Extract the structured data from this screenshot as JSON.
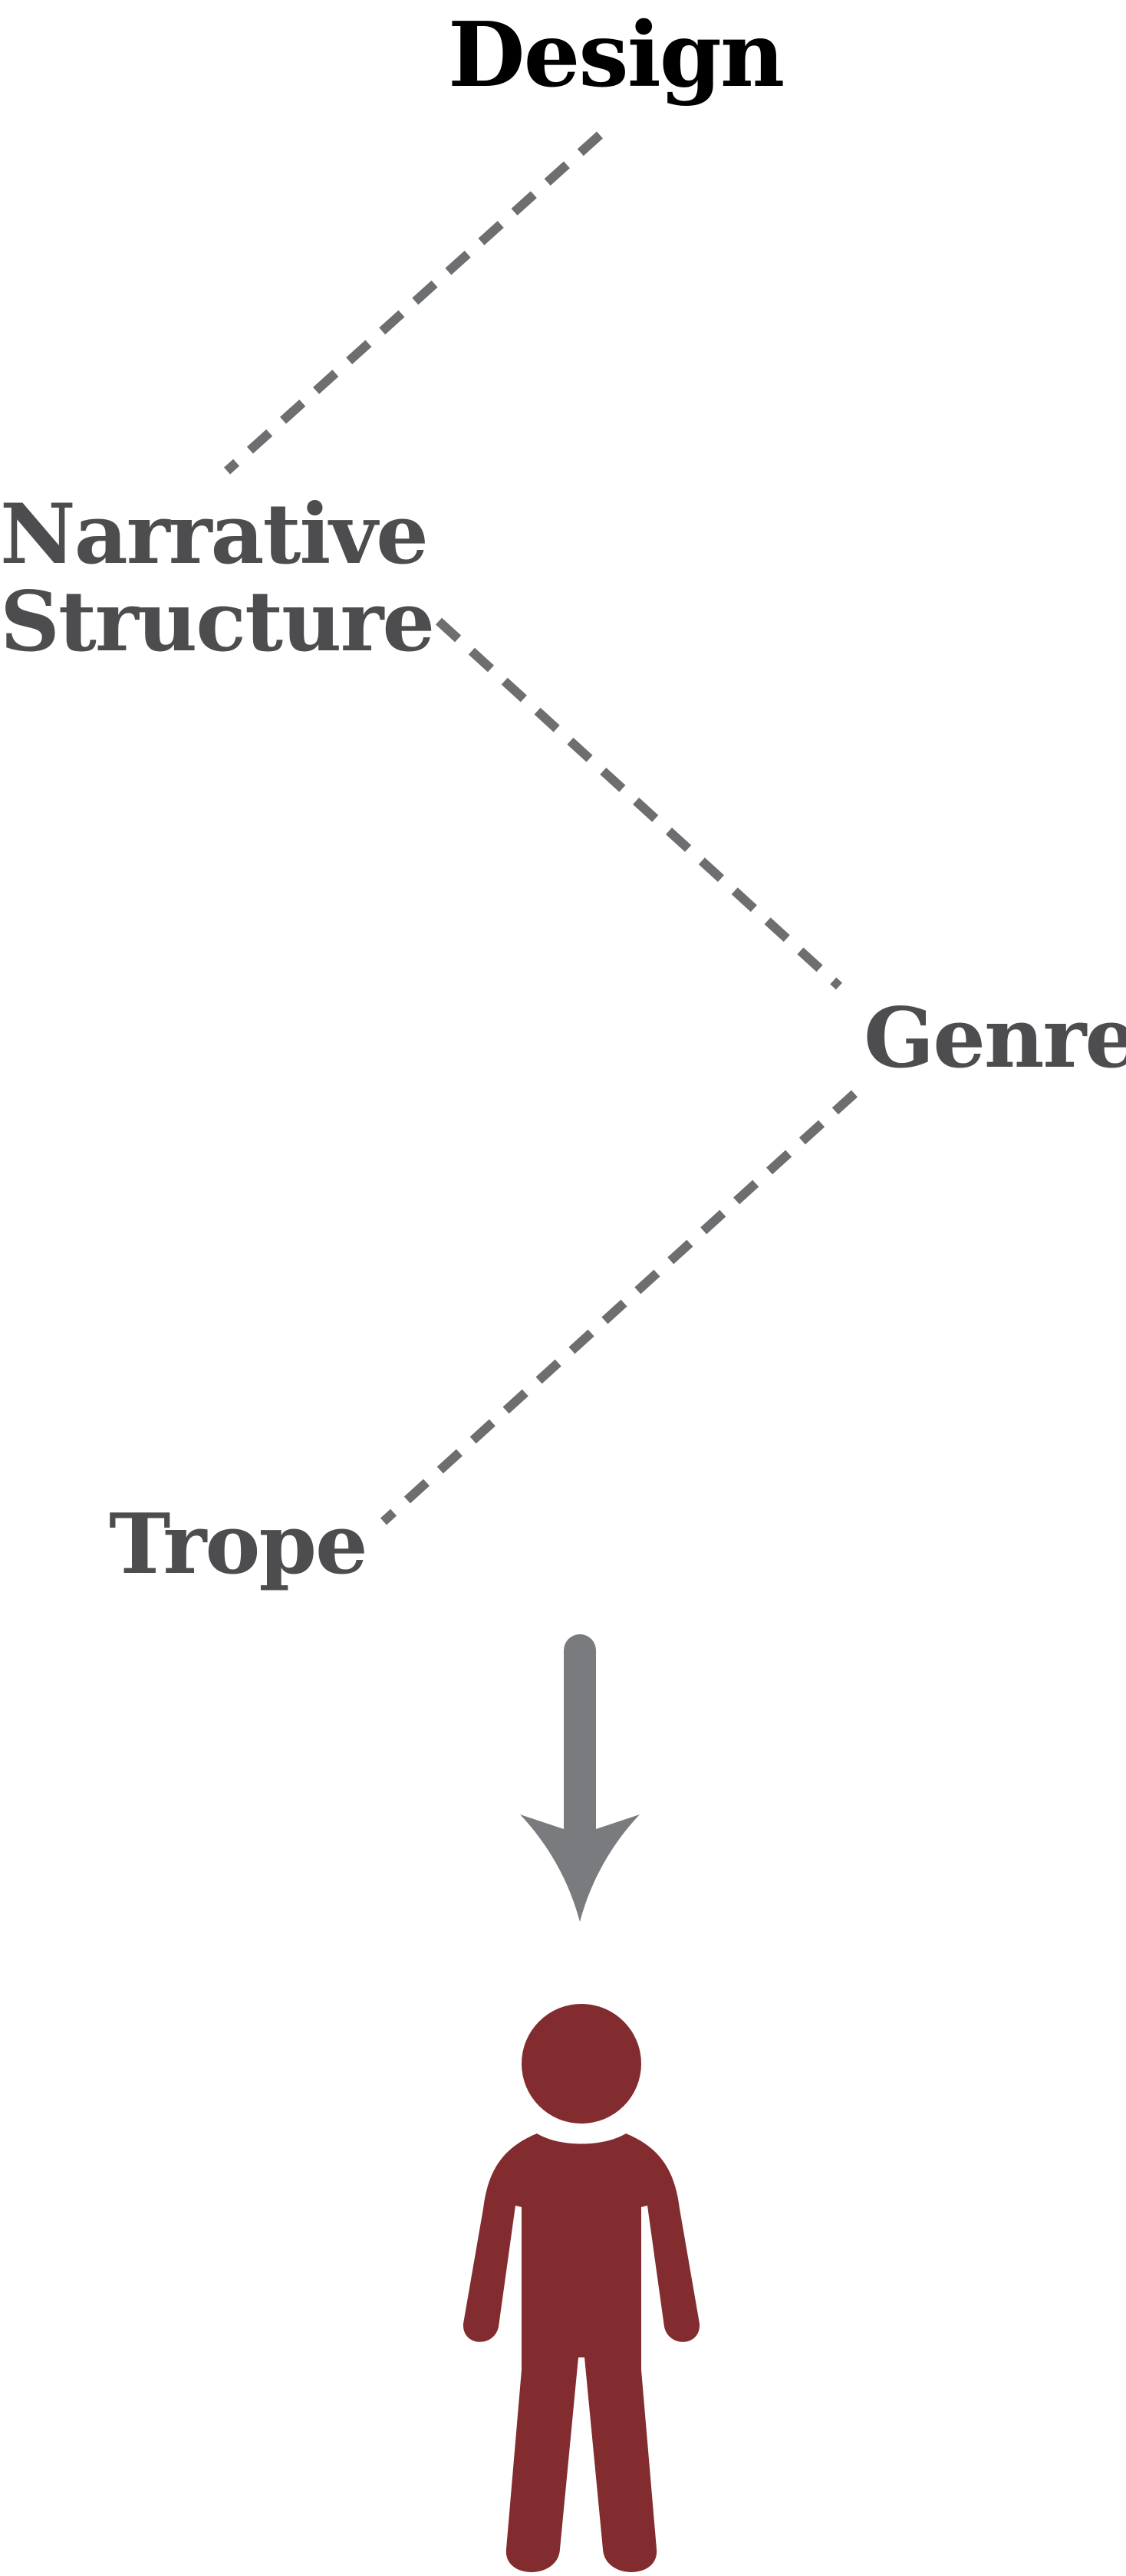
{
  "nodes": {
    "design": "Design",
    "narrative_line1": "Narrative",
    "narrative_line2": "Structure",
    "genre": "Genre",
    "trope": "Trope"
  },
  "colors": {
    "design_text": "#000000",
    "node_text": "#4d4d4f",
    "connector": "#6d6e70",
    "arrow": "#7a7b7e",
    "person": "#822c2f"
  },
  "icons": {
    "arrow": "down-arrow-icon",
    "person": "person-icon"
  }
}
